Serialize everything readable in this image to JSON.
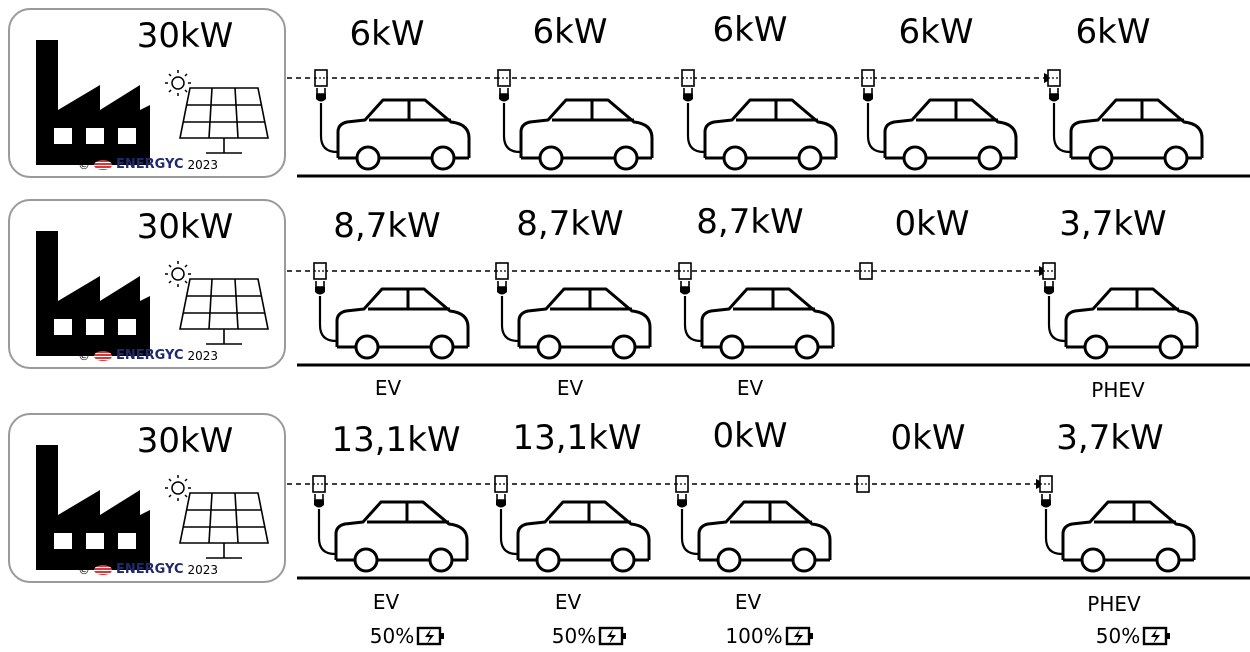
{
  "rows": [
    {
      "plant_power": "30kW",
      "slots": [
        {
          "power": "6kW",
          "type": "",
          "soc": ""
        },
        {
          "power": "6kW",
          "type": "",
          "soc": ""
        },
        {
          "power": "6kW",
          "type": "",
          "soc": ""
        },
        {
          "power": "6kW",
          "type": "",
          "soc": ""
        },
        {
          "power": "6kW",
          "type": "",
          "soc": ""
        }
      ]
    },
    {
      "plant_power": "30kW",
      "slots": [
        {
          "power": "8,7kW",
          "type": "EV",
          "soc": ""
        },
        {
          "power": "8,7kW",
          "type": "EV",
          "soc": ""
        },
        {
          "power": "8,7kW",
          "type": "EV",
          "soc": ""
        },
        {
          "power": "0kW",
          "type": "",
          "soc": ""
        },
        {
          "power": "3,7kW",
          "type": "PHEV",
          "soc": ""
        }
      ]
    },
    {
      "plant_power": "30kW",
      "slots": [
        {
          "power": "13,1kW",
          "type": "EV",
          "soc": "50%"
        },
        {
          "power": "13,1kW",
          "type": "EV",
          "soc": "50%"
        },
        {
          "power": "0kW",
          "type": "EV",
          "soc": "100%"
        },
        {
          "power": "0kW",
          "type": "",
          "soc": ""
        },
        {
          "power": "3,7kW",
          "type": "PHEV",
          "soc": "50%"
        }
      ]
    }
  ],
  "copyright": {
    "symbol": "©",
    "brand": "ENERGYC",
    "year": "2023"
  },
  "icons": {
    "factory": "factory-icon",
    "sun": "sun-icon",
    "solar_panel": "solar-panel-icon",
    "charger": "charger-plug-icon",
    "car": "car-icon",
    "battery": "battery-charging-icon"
  },
  "colors": {
    "ink": "#000000",
    "border": "#9a9a9a",
    "brand": "#1f2a6e",
    "brand_accent": "#d8383a"
  }
}
